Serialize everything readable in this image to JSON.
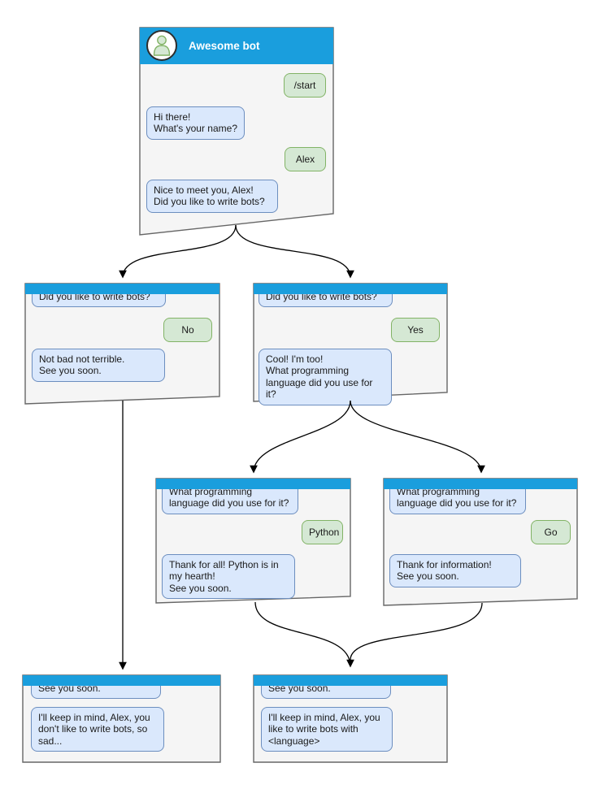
{
  "palette": {
    "header_blue": "#1a9edd",
    "screen_body": "#f5f5f5",
    "screen_border": "#666666",
    "bot_bubble_fill": "#dae8fc",
    "bot_bubble_border": "#6c8ebf",
    "user_bubble_fill": "#d5e8d4",
    "user_bubble_border": "#82b366",
    "connector": "#000000"
  },
  "bot_name": "Awesome bot",
  "screens": {
    "start": {
      "title": "Awesome bot",
      "messages": [
        {
          "side": "user",
          "text": "/start"
        },
        {
          "side": "bot",
          "text": "Hi there!\nWhat's your name?"
        },
        {
          "side": "user",
          "text": "Alex"
        },
        {
          "side": "bot",
          "text": "Nice to meet you, Alex!\nDid you like to write bots?"
        }
      ]
    },
    "q_bots_no": {
      "messages": [
        {
          "side": "bot",
          "text": "Did you like to write bots?"
        },
        {
          "side": "user",
          "text": "No"
        },
        {
          "side": "bot",
          "text": "Not bad not terrible.\nSee you soon."
        }
      ]
    },
    "q_bots_yes": {
      "messages": [
        {
          "side": "bot",
          "text": "Did you like to write bots?"
        },
        {
          "side": "user",
          "text": "Yes"
        },
        {
          "side": "bot",
          "text": "Cool! I'm too!\nWhat programming\nlanguage did you use for it?"
        }
      ]
    },
    "q_lang_python": {
      "messages": [
        {
          "side": "bot",
          "text": "What programming\nlanguage did you use for it?"
        },
        {
          "side": "user",
          "text": "Python"
        },
        {
          "side": "bot",
          "text": "Thank for all! Python is in\nmy hearth!\nSee you soon."
        }
      ]
    },
    "q_lang_go": {
      "messages": [
        {
          "side": "bot",
          "text": "What programming\nlanguage did you use for it?"
        },
        {
          "side": "user",
          "text": "Go"
        },
        {
          "side": "bot",
          "text": "Thank for information!\nSee you soon."
        }
      ]
    },
    "end_no": {
      "messages": [
        {
          "side": "bot",
          "text": "See you soon."
        },
        {
          "side": "bot",
          "text": "I'll keep in mind, Alex, you\ndon't like to write bots, so\nsad..."
        }
      ]
    },
    "end_yes": {
      "messages": [
        {
          "side": "bot",
          "text": "See you soon."
        },
        {
          "side": "bot",
          "text": "I'll keep in mind, Alex, you\nlike to write bots with\n<language>"
        }
      ]
    }
  },
  "edges": [
    {
      "from": "start",
      "to": "q_bots_no"
    },
    {
      "from": "start",
      "to": "q_bots_yes"
    },
    {
      "from": "q_bots_no",
      "to": "end_no"
    },
    {
      "from": "q_bots_yes",
      "to": "q_lang_python"
    },
    {
      "from": "q_bots_yes",
      "to": "q_lang_go"
    },
    {
      "from": "q_lang_python",
      "to": "end_yes"
    },
    {
      "from": "q_lang_go",
      "to": "end_yes"
    }
  ]
}
